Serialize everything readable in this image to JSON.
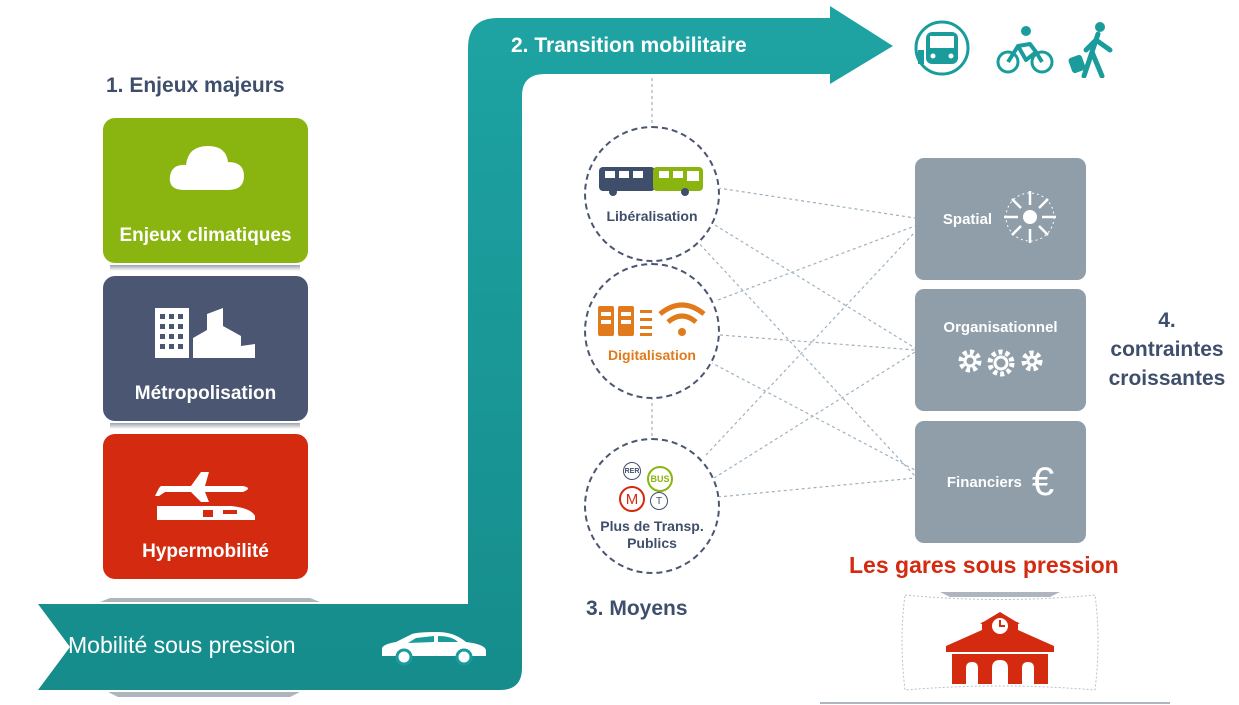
{
  "section1": {
    "heading": "1. Enjeux majeurs",
    "cards": [
      {
        "label": "Enjeux climatiques",
        "icon": "cloud-icon",
        "color": "#8ab40f"
      },
      {
        "label": "Métropolisation",
        "icon": "city-buildings-icon",
        "color": "#4b5672"
      },
      {
        "label": "Hypermobilité",
        "icon": "plane-train-icon",
        "color": "#d42a10"
      }
    ]
  },
  "section2": {
    "heading": "2.  Transition mobilitaire",
    "icons": [
      "train-front-icon",
      "cyclist-icon",
      "walker-luggage-icon"
    ]
  },
  "section3": {
    "heading": "3. Moyens",
    "means": [
      {
        "label": "Libéralisation",
        "icon": "bus-icon"
      },
      {
        "label": "Digitalisation",
        "icon": "battery-wifi-icon"
      },
      {
        "label_line1": "Plus de Transp.",
        "label_line2": "Publics",
        "icon": "transit-logos-icon"
      }
    ],
    "transit_badges": [
      "RER",
      "BUS",
      "M",
      "T"
    ]
  },
  "section4": {
    "heading_line1": "4.",
    "heading_line2": "contraintes",
    "heading_line3": "croissantes",
    "constraints": [
      {
        "label": "Spatial",
        "icon": "compress-arrows-icon"
      },
      {
        "label": "Organisationnel",
        "icon": "gears-icon"
      },
      {
        "label": "Financiers",
        "icon": "euro-icon",
        "symbol": "€"
      }
    ]
  },
  "bottom": {
    "mobility_label": "Mobilité sous pression",
    "stations_label": "Les gares sous pression"
  },
  "colors": {
    "teal": "#1a9c9c",
    "navy": "#3f4f6b",
    "red": "#d42a10",
    "orange": "#e07a1a",
    "green": "#8ab40f",
    "grey_box": "#909ea9"
  }
}
